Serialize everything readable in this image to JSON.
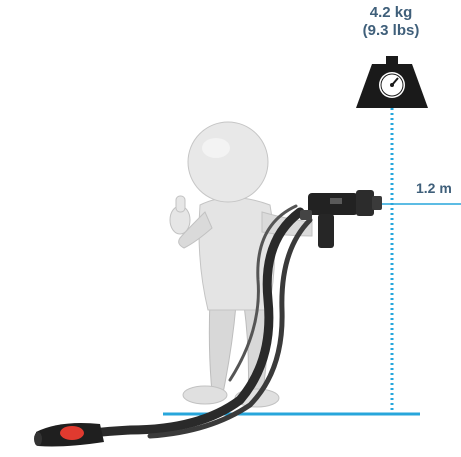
{
  "weight": {
    "kg": "4.2 kg",
    "lbs": "(9.3 lbs)"
  },
  "height": {
    "label": "1.2 m"
  },
  "icons": {
    "scale": "scale-icon",
    "figure": "person-figure",
    "device": "handheld-device-with-cable"
  },
  "colors": {
    "label_text": "#3f5f7a",
    "measure_line": "#27a6db",
    "scale_body": "#1a1a1a",
    "connector_accent": "#e03a2f"
  }
}
